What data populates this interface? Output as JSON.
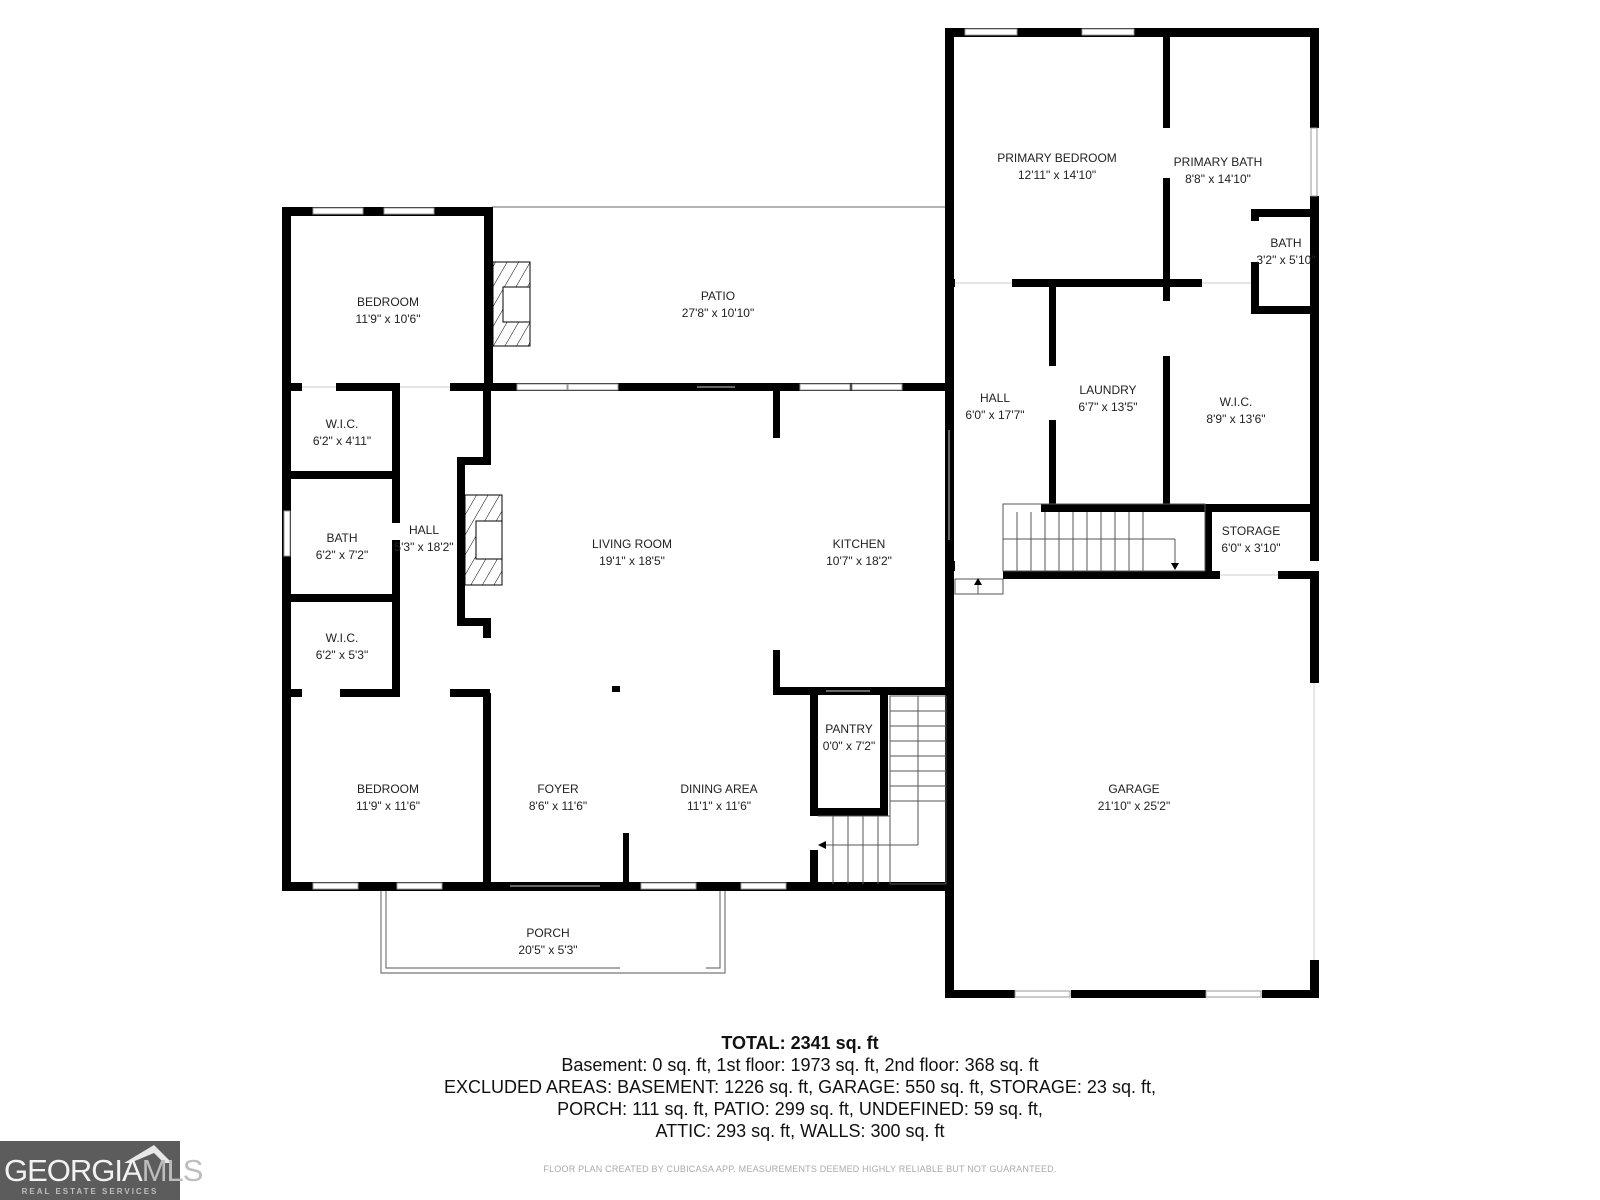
{
  "rooms": {
    "primary_bedroom": {
      "name": "PRIMARY BEDROOM",
      "dim": "12'11\" x 14'10\""
    },
    "primary_bath": {
      "name": "PRIMARY BATH",
      "dim": "8'8\" x 14'10\""
    },
    "bath_small": {
      "name": "BATH",
      "dim": "3'2\" x 5'10\""
    },
    "bedroom_top": {
      "name": "BEDROOM",
      "dim": "11'9\" x 10'6\""
    },
    "patio": {
      "name": "PATIO",
      "dim": "27'8\" x 10'10\""
    },
    "wic_top": {
      "name": "W.I.C.",
      "dim": "6'2\" x 4'11\""
    },
    "bath_left": {
      "name": "BATH",
      "dim": "6'2\" x 7'2\""
    },
    "hall_left": {
      "name": "HALL",
      "dim": "5'3\" x 18'2\""
    },
    "wic_bottom": {
      "name": "W.I.C.",
      "dim": "6'2\" x 5'3\""
    },
    "living_room": {
      "name": "LIVING ROOM",
      "dim": "19'1\" x 18'5\""
    },
    "kitchen": {
      "name": "KITCHEN",
      "dim": "10'7\" x 18'2\""
    },
    "hall_right": {
      "name": "HALL",
      "dim": "6'0\" x 17'7\""
    },
    "laundry": {
      "name": "LAUNDRY",
      "dim": "6'7\" x 13'5\""
    },
    "wic_right": {
      "name": "W.I.C.",
      "dim": "8'9\" x 13'6\""
    },
    "storage": {
      "name": "STORAGE",
      "dim": "6'0\" x 3'10\""
    },
    "bedroom_bottom": {
      "name": "BEDROOM",
      "dim": "11'9\" x 11'6\""
    },
    "foyer": {
      "name": "FOYER",
      "dim": "8'6\" x 11'6\""
    },
    "dining_area": {
      "name": "DINING AREA",
      "dim": "11'1\" x 11'6\""
    },
    "pantry": {
      "name": "PANTRY",
      "dim": "0'0\" x 7'2\""
    },
    "garage": {
      "name": "GARAGE",
      "dim": "21'10\" x 25'2\""
    },
    "porch": {
      "name": "PORCH",
      "dim": "20'5\" x 5'3\""
    }
  },
  "summary": {
    "total": "TOTAL: 2341 sq. ft",
    "lines": [
      "Basement: 0 sq. ft, 1st floor: 1973 sq. ft, 2nd floor: 368 sq. ft",
      "EXCLUDED AREAS: BASEMENT: 1226 sq. ft, GARAGE: 550 sq. ft, STORAGE: 23 sq. ft,",
      "PORCH: 111 sq. ft, PATIO: 299 sq. ft, UNDEFINED: 59 sq. ft,",
      "ATTIC: 293 sq. ft, WALLS: 300 sq. ft"
    ]
  },
  "disclaimer": "FLOOR PLAN CREATED BY CUBICASA APP. MEASUREMENTS DEEMED HIGHLY RELIABLE BUT NOT GUARANTEED.",
  "logo": {
    "brand_main": "GEORGIA",
    "brand_accent": "MLS",
    "subtitle": "REAL ESTATE SERVICES"
  },
  "colors": {
    "wall": "#000000",
    "background": "#ffffff",
    "logo_bg": "#5c5c5c"
  }
}
